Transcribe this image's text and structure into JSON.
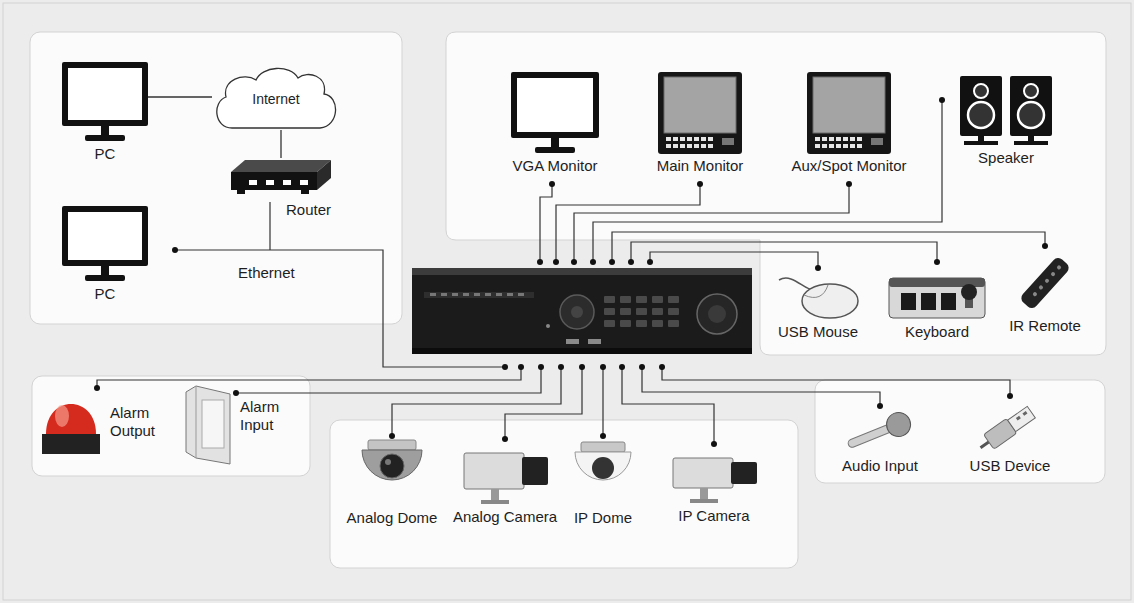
{
  "diagram": {
    "nodes": [
      {
        "text": [
          "PC"
        ]
      },
      {
        "text": [
          "Internet"
        ]
      },
      {
        "text": [
          "Router"
        ]
      },
      {
        "text": [
          "PC"
        ]
      },
      {
        "text": [
          "VGA Monitor"
        ]
      },
      {
        "text": [
          "Main Monitor"
        ]
      },
      {
        "text": [
          "Aux/Spot Monitor"
        ]
      },
      {
        "text": [
          "Speaker"
        ]
      },
      {
        "text": [
          "USB Mouse"
        ]
      },
      {
        "text": [
          "Keyboard"
        ]
      },
      {
        "text": [
          "IR Remote"
        ]
      },
      {
        "text": [
          "Alarm Output"
        ]
      },
      {
        "text": [
          "Alarm Input"
        ]
      },
      {
        "text": [
          "Analog Dome"
        ]
      },
      {
        "text": [
          "Analog Camera"
        ]
      },
      {
        "text": [
          "IP Dome"
        ]
      },
      {
        "text": [
          "IP Camera"
        ]
      },
      {
        "text": [
          "Audio Input"
        ]
      },
      {
        "text": [
          "USB Device"
        ]
      }
    ],
    "edges": [
      {
        "from": 0,
        "to": 1,
        "arrow": "none"
      },
      {
        "from": 2,
        "to": 1,
        "arrow": "none"
      }
    ],
    "labels": [
      "Ethernet"
    ]
  }
}
